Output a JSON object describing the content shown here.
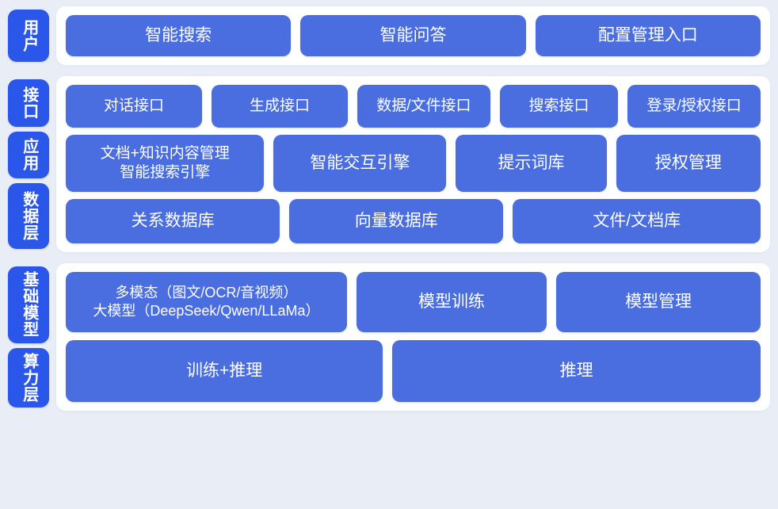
{
  "diagram": {
    "title": "AI platform layered architecture",
    "colors": {
      "background": "#e9eef6",
      "panel": "#ffffff",
      "layer_label": "#2a57ea",
      "card": "#4a6ee0",
      "card_text": "#ffffff"
    }
  },
  "sections": [
    {
      "id": "user",
      "labels": [
        "用户"
      ],
      "rows": [
        {
          "id": "user-entry",
          "cards": [
            {
              "label": "智能搜索"
            },
            {
              "label": "智能问答"
            },
            {
              "label": "配置管理入口"
            }
          ]
        }
      ]
    },
    {
      "id": "core",
      "labels": [
        "接口",
        "应用",
        "数据层"
      ],
      "rows": [
        {
          "id": "interface",
          "cards": [
            {
              "label": "对话接口"
            },
            {
              "label": "生成接口"
            },
            {
              "label": "数据/文件接口"
            },
            {
              "label": "搜索接口"
            },
            {
              "label": "登录/授权接口"
            }
          ]
        },
        {
          "id": "application",
          "cards": [
            {
              "label": "文档+知识内容管理\n智能搜索引擎"
            },
            {
              "label": "智能交互引擎"
            },
            {
              "label": "提示词库"
            },
            {
              "label": "授权管理"
            }
          ]
        },
        {
          "id": "data",
          "cards": [
            {
              "label": "关系数据库"
            },
            {
              "label": "向量数据库"
            },
            {
              "label": "文件/文档库"
            }
          ]
        }
      ]
    },
    {
      "id": "infra",
      "labels": [
        "基础模型",
        "算力层"
      ],
      "rows": [
        {
          "id": "model",
          "cards": [
            {
              "label": "多模态（图文/OCR/音视频）\n大模型（DeepSeek/Qwen/LLaMa）"
            },
            {
              "label": "模型训练"
            },
            {
              "label": "模型管理"
            }
          ]
        },
        {
          "id": "compute",
          "cards": [
            {
              "label": "训练+推理"
            },
            {
              "label": "推理"
            }
          ]
        }
      ]
    }
  ]
}
